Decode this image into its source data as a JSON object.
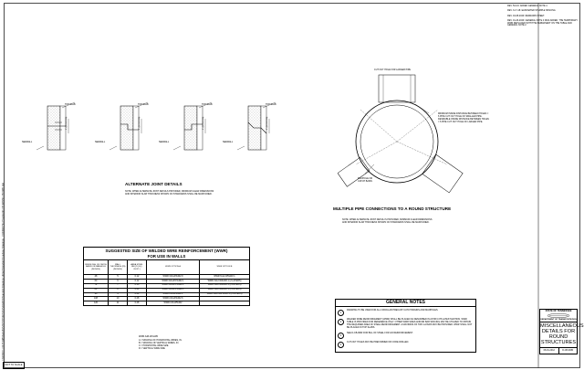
{
  "side_path": "I:\\Shared\\SNS\\TSYP\\DC\\STANDARDS\\Standard Drawings Library\\Standard Roadway Drawings - CURRENT\\In Progress\\D-CB-9WR\\D-CB-9WR.dgn",
  "side_date": "1/30/2020 11:23:45 AM",
  "revisions": [
    "REV. 5/1/16: ADDED GENERAL NOTE 4.",
    "REV. 3-17-18: ELIMINATED STAMPLE SPACING.",
    "REV. 04-08-2020: REDRAWN SHEET.",
    "REV. 01-26-2020: GENERAL NOTE 4 WAS ADDED. THE TEMPORARY WWR REPLACED WITH THE PERMANENT ON THE TABLE AND GENERAL NOTE 2."
  ],
  "joint_details": {
    "title": "ALTERNATE JOINT DETAILS",
    "top_slab": "TOP SLAB",
    "seewall": "SEEWALL",
    "dim": "1\" (LESS MIN)",
    "note": "NOTE:  WHEN ALTERNATE JOINT DETAILS PROVIDED, MINIMUM CLEAR DIMENSIONS AND INTERIOR SLAB THICKNESS SHOWN ON STANDARDS SHALL BE MAINTAINED."
  },
  "pipe_detail": {
    "title": "MULTIPLE PIPE CONNECTIONS TO A ROUND STRUCTURE",
    "cut_out": "CUT OUT HOLE FOR LARGER PIPE",
    "min_dist": "MINIMUM INSIDE DISTANCE BETWEEN HOLES = 6 PIPE CUT OUT HOLE OF SMALLER PIPE. DESIRABLE INSIDE DISTANCE BETWEEN HOLES = 6 PIPE CUT OUT HOLE OF LARGER PIPE.",
    "manhole": "MANHOLE OR CATCH BASIN",
    "note": "NOTE:  WHEN ALTERNATE JOINT DETAIL IS PROVIDED, MINIMUM CLEAR DIMENSIONS AND INTERIOR SLAB THICKNESS SHOWN ON STANDARDS SHALL BE MAINTAINED."
  },
  "wwr_table": {
    "title_line1": "SUGGESTED SIZE OF WELDED WIRE REINFORCEMENT (WWR)",
    "title_line2": "FOR USE IN WALLS",
    "headers": [
      "INSIDE DIA. OF CATCH BASIN OR MANHOLE (INCHES)",
      "WALL THICKNESS (IN) (INCHES)",
      "AREA STEEL REQ'D (SQ. IN./FT.)",
      "WWR OPTION A",
      "WWR OPTION B"
    ],
    "rows": [
      [
        "48",
        "5",
        "0.12",
        "WWR 3x6-W3xW2.9",
        "WWR 6x12-W5xW2.1"
      ],
      [
        "60",
        "6",
        "0.12",
        "WWR 3x6-W3.5xW2.1",
        "WWR 3x12-W3xW2.1 (2 LAYERS)"
      ],
      [
        "72",
        "7",
        "0.16",
        "WWR 3x6-W3.5xW2.1",
        "WWR 3x12-W3xW2.1 (2 LAYERS)"
      ],
      [
        "84",
        "8",
        "0.21",
        "WWR 3x6-W4.5xW2.1",
        "WWR 3x12-W4xW2.1 (2 LAYERS)"
      ],
      [
        "96",
        "9",
        "0.24",
        "WWR 2x6-W4xW2.1",
        "WWR 3x12-W4.5xW2.1 (2 LAYERS)"
      ],
      [
        "108",
        "10",
        "0.28",
        "WWR 2x6-W4xW2.6",
        ""
      ],
      [
        "120",
        "11",
        "0.28",
        "WWR 2x6-W5xW2",
        ""
      ]
    ],
    "legend_title": "WWR AxB-WCxWD",
    "legend": [
      "A = SPACING OF HORIZONTAL WIRES, IN.",
      "B = SPACING OF VERTICAL WIRES, IN.",
      "C = HORIZONTAL WIRE SIZE",
      "D = VERTICAL WIRE SIZE"
    ]
  },
  "general_notes": {
    "title": "GENERAL NOTES",
    "items": [
      {
        "n": "1",
        "text": "DRAWING TO BE USED FOR ALL CIRCULAR PRECAST CATCH BASINS AND MANHOLES."
      },
      {
        "n": "2",
        "text": "WELDED WIRE REINFORCEMENT (WWR) SHALL BE PLACED AS DESCRIBED IN ASTM C478 LATEST EDITION. WWR TABLE IS PROVIDED FOR REFERENCE ONLY. OTHER WWR SIZES AND/OR BAR SPACING MAY BE UTILIZED TO OBTAIN THE REQUIRED AREA OF STEEL REINFORCEMENT. A MAXIMUM OF TWO LAYERS MAY BE PROVIDED. WWR SHALL NOT BE PLACED IN TOP SLABS."
      },
      {
        "n": "3",
        "text": "SEE D-CB-9WR FOR BILL OF STEEL FOR LID REINFORCEMENT."
      },
      {
        "n": "4",
        "text": "CUT-OUT HOLES MAY BE PREFORMED OR CORE DRILLED."
      }
    ]
  },
  "title_block": {
    "state": "STATE OF TENNESSEE",
    "dept": "DEPARTMENT OF TRANSPORTATION",
    "name": "MISCELLANEOUS DETAILS FOR ROUND STRUCTURES",
    "date": "08-01-2012",
    "dwg": "D-CB-9WR"
  },
  "nts": "NOT TO SCALE"
}
